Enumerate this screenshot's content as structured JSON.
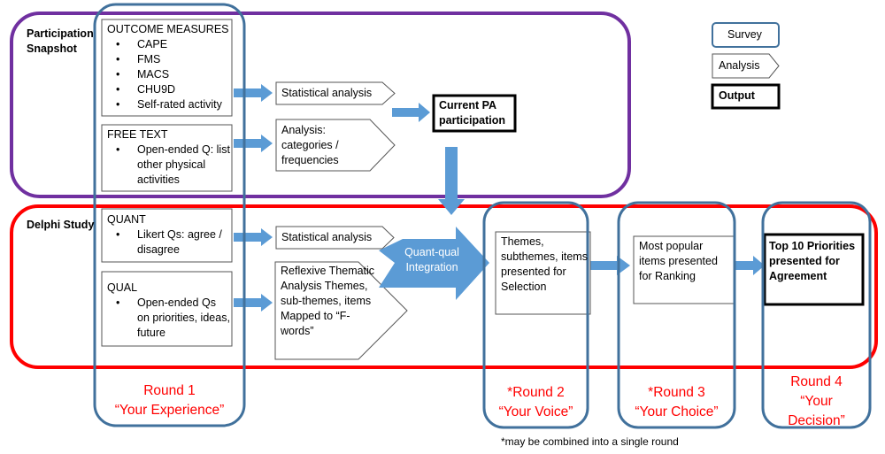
{
  "colors": {
    "snapshot_border": "#7030a0",
    "delphi_border": "#ff0000",
    "round_border": "#41719c",
    "arrow": "#5b9bd5",
    "round_label": "#ff0000"
  },
  "groups": {
    "snapshot": "Participation Snapshot",
    "delphi": "Delphi Study"
  },
  "legend": {
    "survey": "Survey",
    "analysis": "Analysis",
    "output": "Output"
  },
  "round1": {
    "outcome": {
      "title": "OUTCOME MEASURES",
      "items": [
        "CAPE",
        "FMS",
        "MACS",
        "CHU9D",
        "Self-rated activity"
      ]
    },
    "free_text": {
      "title": "FREE TEXT",
      "items": [
        "Open-ended Q: list other physical activities"
      ]
    },
    "quant": {
      "title": "QUANT",
      "items": [
        "Likert Qs: agree / disagree"
      ]
    },
    "qual": {
      "title": "QUAL",
      "items": [
        "Open-ended Qs on priorities, ideas, future"
      ]
    },
    "label": [
      "Round 1",
      "“Your Experience”"
    ]
  },
  "analysis": {
    "stat1": "Statistical analysis",
    "categories": "Analysis: categories / frequencies",
    "stat2": "Statistical analysis",
    "reflexive": "Reflexive Thematic Analysis Themes, sub-themes, items Mapped to “F-words”"
  },
  "output_current": "Current PA participation",
  "integration": [
    "Quant-qual",
    "Integration"
  ],
  "round2": {
    "box": "Themes, subthemes, items presented for Selection",
    "label": [
      "*Round 2",
      "“Your Voice”"
    ]
  },
  "round3": {
    "box": "Most popular items presented for Ranking",
    "label": [
      "*Round 3",
      "“Your Choice”"
    ]
  },
  "round4": {
    "box": "Top 10 Priorities presented for Agreement",
    "label": [
      "Round 4",
      "“Your",
      "Decision”"
    ]
  },
  "footnote": "*may be combined into a single round"
}
